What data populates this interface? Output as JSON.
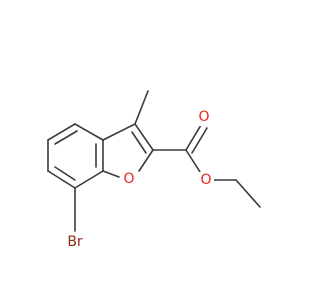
{
  "molecule": {
    "atoms": [
      {
        "id": "br",
        "label": "Br",
        "color": "#8b2e0c"
      },
      {
        "id": "o_ring",
        "label": "O",
        "color": "#e8261c"
      },
      {
        "id": "o_carbonyl",
        "label": "O",
        "color": "#e8261c"
      },
      {
        "id": "o_ester",
        "label": "O",
        "color": "#e8261c"
      }
    ],
    "bond_color": "#3a3a3a"
  }
}
